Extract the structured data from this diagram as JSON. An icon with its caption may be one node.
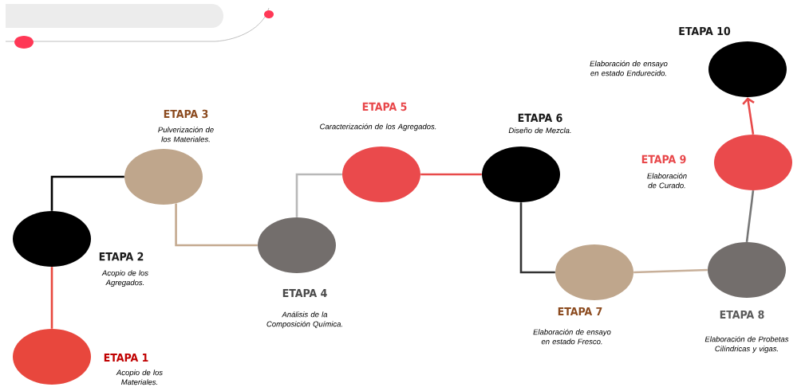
{
  "diagram": {
    "nodes": [
      {
        "text": [
          "ETAPA 1",
          "Acopio de los Materiales."
        ]
      },
      {
        "text": [
          "ETAPA 2",
          "Acopio de los Agregados."
        ]
      },
      {
        "text": [
          "ETAPA 3",
          "Pulverización de los Materiales."
        ]
      },
      {
        "text": [
          "ETAPA 4",
          "Análisis de la Composición Química."
        ]
      },
      {
        "text": [
          "ETAPA 5",
          "Caracterización de los Agregados."
        ]
      },
      {
        "text": [
          "ETAPA 6",
          "Diseño de Mezcla."
        ]
      },
      {
        "text": [
          "ETAPA 7",
          "Elaboración de ensayo en estado Fresco."
        ]
      },
      {
        "text": [
          "ETAPA 8",
          "Elaboración de Probetas Cilíndricas y vigas."
        ]
      },
      {
        "text": [
          "ETAPA 9",
          "Elaboración de Curado."
        ]
      },
      {
        "text": [
          "ETAPA 10",
          "Elaboración de ensayo en estado Endurecido."
        ]
      }
    ],
    "edges": [
      {
        "from": 0,
        "to": 1,
        "arrow": "none",
        "color": "#e8473d"
      },
      {
        "from": 1,
        "to": 2,
        "arrow": "none",
        "color": "#000000"
      },
      {
        "from": 2,
        "to": 3,
        "arrow": "none",
        "color": "#c4aa90"
      },
      {
        "from": 3,
        "to": 4,
        "arrow": "none",
        "color": "#b8b8b8"
      },
      {
        "from": 4,
        "to": 5,
        "arrow": "none",
        "color": "#e84a4a"
      },
      {
        "from": 5,
        "to": 6,
        "arrow": "none",
        "color": "#333333"
      },
      {
        "from": 6,
        "to": 7,
        "arrow": "none",
        "color": "#c8b09a"
      },
      {
        "from": 7,
        "to": 8,
        "arrow": "none",
        "color": "#777777"
      },
      {
        "from": 8,
        "to": 9,
        "arrow": "to",
        "color": "#e84a4a"
      }
    ]
  }
}
